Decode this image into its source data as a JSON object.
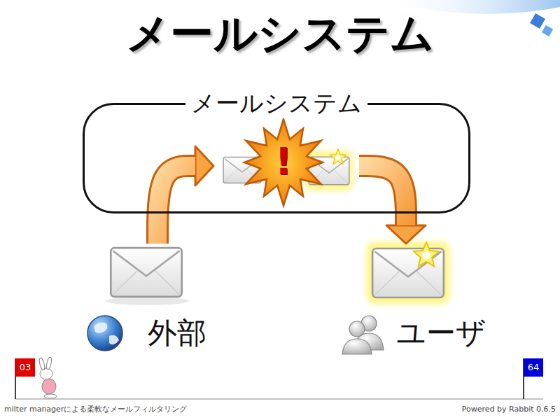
{
  "diagram": {
    "title": "メールシステム",
    "nodes": [
      {
        "text": [
          "メールシステム"
        ]
      },
      {
        "text": [
          "外部"
        ]
      },
      {
        "text": [
          "ユーザ"
        ]
      }
    ],
    "edges": [
      {
        "from": 1,
        "to": 0,
        "arrow": "to"
      },
      {
        "from": 0,
        "to": 2,
        "arrow": "to"
      }
    ],
    "labels": [
      "!",
      "03",
      "64",
      "milter managerによる柔軟なメールフィルタリング",
      "Powered by Rabbit 0.6.5"
    ]
  }
}
